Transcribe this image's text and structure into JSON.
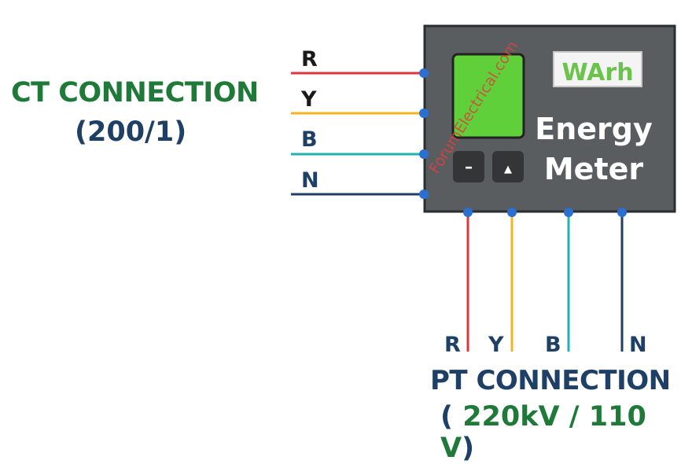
{
  "ct": {
    "title": "CT CONNECTION",
    "ratio": "(200/1)",
    "phases": [
      {
        "label": "R",
        "color": "#e0343c"
      },
      {
        "label": "Y",
        "color": "#f2b521"
      },
      {
        "label": "B",
        "color": "#22b3b0"
      },
      {
        "label": "N",
        "color": "#1e3f66"
      }
    ]
  },
  "pt": {
    "title": "PT CONNECTION",
    "open_paren": "(",
    "rating": "220kV / 110 V",
    "close_paren": ")",
    "phases": [
      {
        "label": "R",
        "color": "#e0343c"
      },
      {
        "label": "Y",
        "color": "#f2b521"
      },
      {
        "label": "B",
        "color": "#22b3b0"
      },
      {
        "label": "N",
        "color": "#1e3f66"
      }
    ]
  },
  "meter": {
    "unit_label": "WArh",
    "name_line1": "Energy",
    "name_line2": "Meter",
    "button_minus": "–",
    "button_up": "▲",
    "display_color": "#5fcf3a",
    "body_color": "#5a5d60"
  },
  "watermark": "ForumElectrical.com",
  "colors": {
    "terminal": "#2a6fd1",
    "green_text": "#1f7a3a",
    "navy_text": "#1e3f66"
  }
}
